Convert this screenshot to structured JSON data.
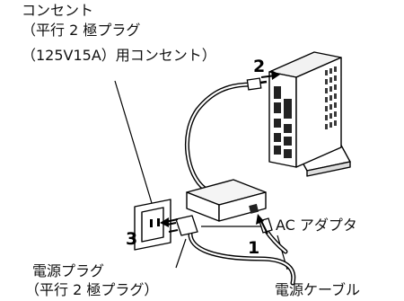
{
  "labels": {
    "outlet": {
      "line1": "コンセント",
      "line2": "（平行 2 極プラグ",
      "line3": "（125V15A）用コンセント）"
    },
    "ac_adapter": "AC アダプタ",
    "power_plug": {
      "line1": "電源プラグ",
      "line2": "（平行 2 極プラグ）"
    },
    "power_cable": "電源ケーブル"
  },
  "steps": {
    "step1": "1",
    "step2": "2",
    "step3": "3"
  },
  "colors": {
    "line": "#000000",
    "device_body": "#ffffff",
    "vent": "#3a3a3a",
    "port": "#222222"
  },
  "icons": [
    "desktop-pc-icon",
    "ac-adapter-icon",
    "wall-outlet-icon",
    "power-plug-icon",
    "dc-connector-icon"
  ]
}
